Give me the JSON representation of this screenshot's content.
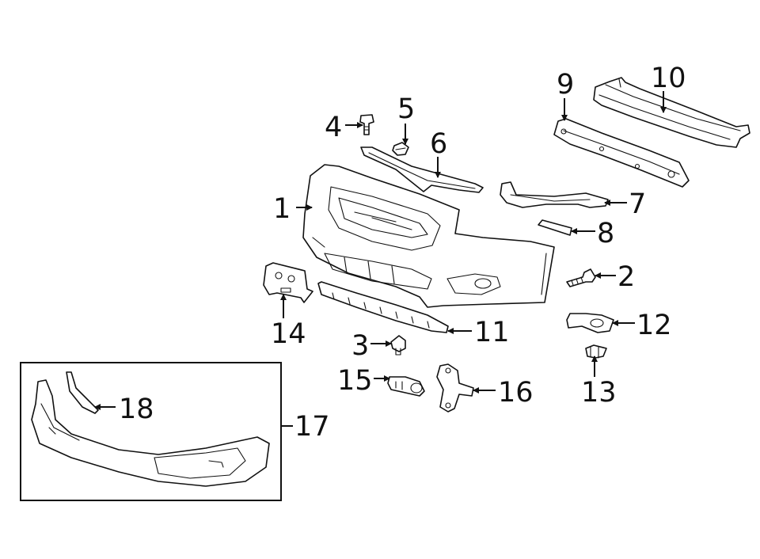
{
  "diagram": {
    "callouts": [
      {
        "id": "c1",
        "label": "1"
      },
      {
        "id": "c2",
        "label": "2"
      },
      {
        "id": "c3",
        "label": "3"
      },
      {
        "id": "c4",
        "label": "4"
      },
      {
        "id": "c5",
        "label": "5"
      },
      {
        "id": "c6",
        "label": "6"
      },
      {
        "id": "c7",
        "label": "7"
      },
      {
        "id": "c8",
        "label": "8"
      },
      {
        "id": "c9",
        "label": "9"
      },
      {
        "id": "c10",
        "label": "10"
      },
      {
        "id": "c11",
        "label": "11"
      },
      {
        "id": "c12",
        "label": "12"
      },
      {
        "id": "c13",
        "label": "13"
      },
      {
        "id": "c14",
        "label": "14"
      },
      {
        "id": "c15",
        "label": "15"
      },
      {
        "id": "c16",
        "label": "16"
      },
      {
        "id": "c17",
        "label": "17"
      },
      {
        "id": "c18",
        "label": "18"
      }
    ]
  }
}
